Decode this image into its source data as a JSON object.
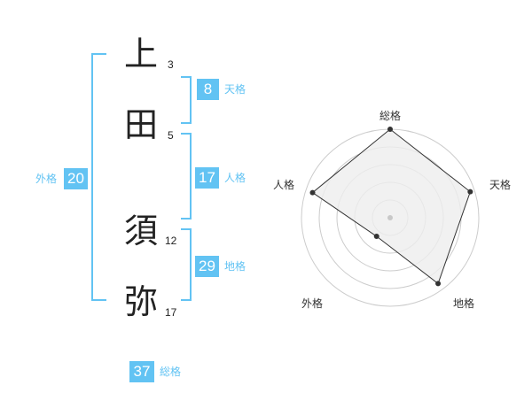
{
  "name": {
    "chars": [
      {
        "char": "上",
        "strokes": "3"
      },
      {
        "char": "田",
        "strokes": "5"
      },
      {
        "char": "須",
        "strokes": "12"
      },
      {
        "char": "弥",
        "strokes": "17"
      }
    ]
  },
  "kaku": {
    "ten": {
      "value": "8",
      "label": "天格"
    },
    "jin": {
      "value": "17",
      "label": "人格"
    },
    "chi": {
      "value": "29",
      "label": "地格"
    },
    "gai": {
      "value": "20",
      "label": "外格"
    },
    "sou": {
      "value": "37",
      "label": "総格"
    }
  },
  "radar": {
    "axes": [
      "総格",
      "天格",
      "地格",
      "外格",
      "人格"
    ],
    "levels": 5,
    "values": [
      1.0,
      0.95,
      0.92,
      0.26,
      0.92
    ],
    "colors": {
      "fill": "#eeeeee",
      "stroke": "#333333",
      "grid": "#cccccc",
      "accent": "#62c3f3"
    }
  }
}
